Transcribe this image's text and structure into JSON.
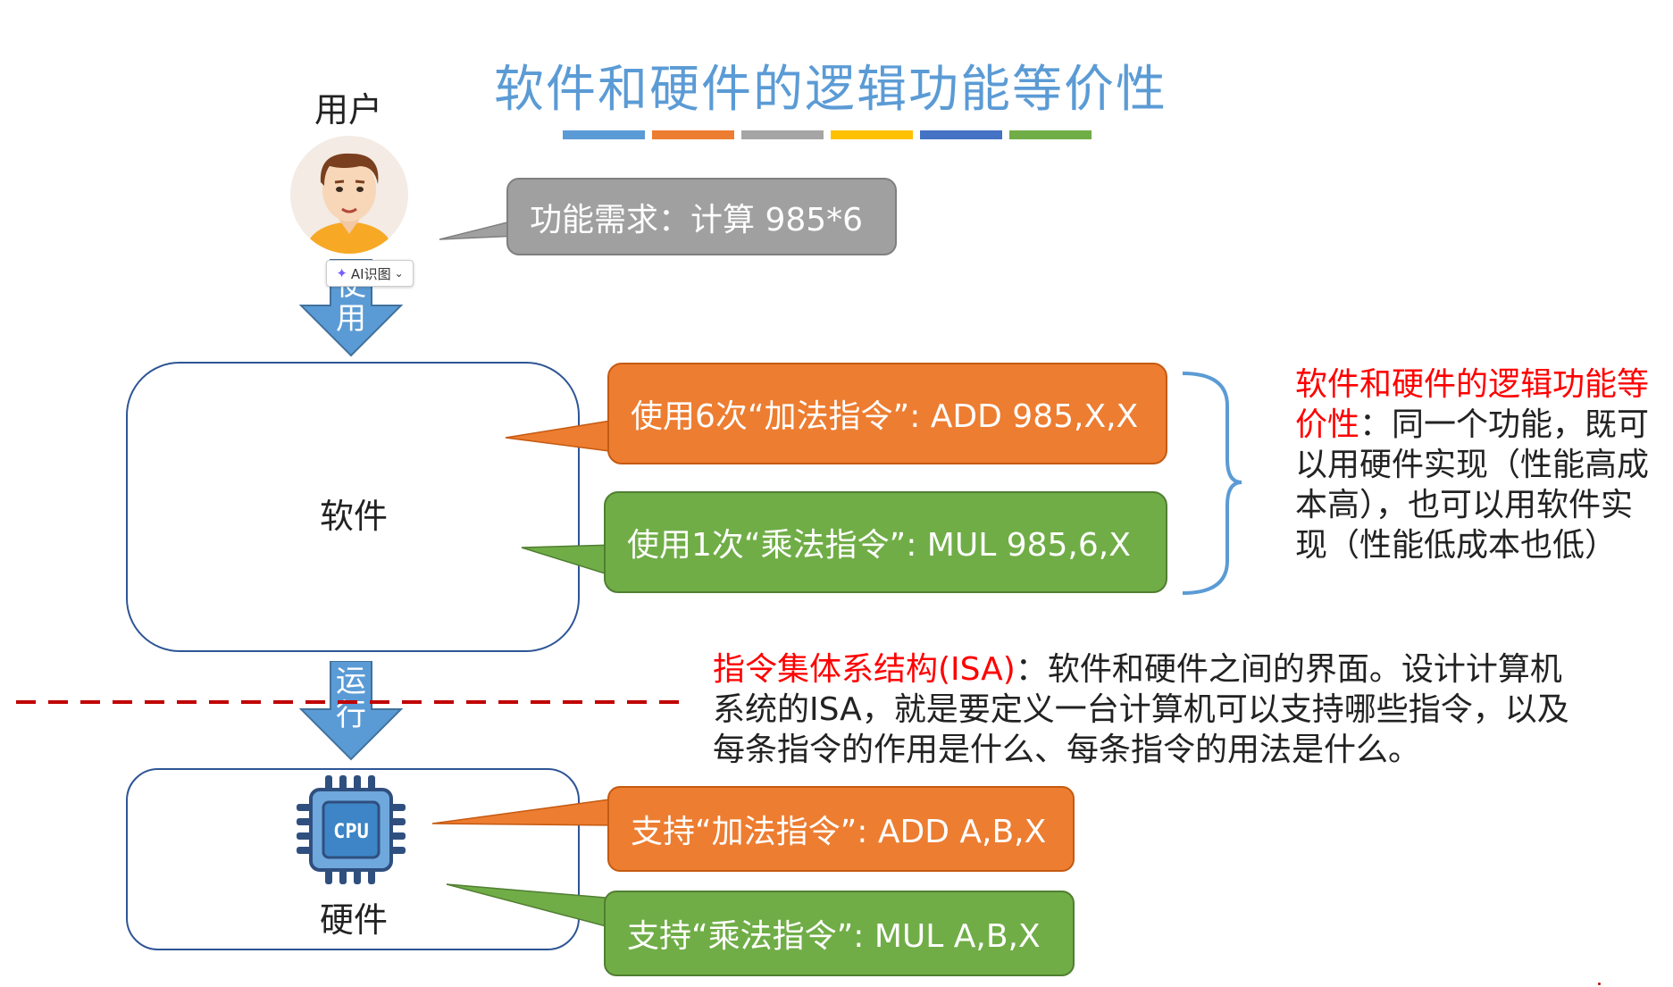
{
  "title": "软件和硬件的逻辑功能等价性",
  "color_bars": [
    "#5b9bd5",
    "#ed7d31",
    "#a5a5a5",
    "#ffc000",
    "#4472c4",
    "#70ad47"
  ],
  "user": {
    "label": "用户"
  },
  "demand": {
    "text": "功能需求：计算 985*6",
    "color": "#a0a0a0"
  },
  "ai_badge": {
    "label": "AI识图",
    "arrow": "⌄"
  },
  "arrow_use": {
    "chars": [
      "使",
      "用"
    ]
  },
  "software": {
    "label": "软件",
    "callouts": [
      {
        "text": "使用6次“加法指令”: ADD 985,X,X",
        "color": "#ed7d31"
      },
      {
        "text": "使用1次“乘法指令”: MUL 985,6,X",
        "color": "#70ad47"
      }
    ]
  },
  "equivalence_note": {
    "red": "软件和硬件的逻辑功能等价性",
    "black": "：同一个功能，既可以用硬件实现（性能高成本高），也可以用软件实现（性能低成本也低）"
  },
  "arrow_run": {
    "chars": [
      "运",
      "行"
    ]
  },
  "isa_note": {
    "red": "指令集体系结构(ISA)",
    "black": "：软件和硬件之间的界面。设计计算机系统的ISA，就是要定义一台计算机可以支持哪些指令，以及每条指令的作用是什么、每条指令的用法是什么。"
  },
  "hardware": {
    "label": "硬件",
    "chip_text": "CPU",
    "callouts": [
      {
        "text": "支持“加法指令”: ADD A,B,X",
        "color": "#ed7d31"
      },
      {
        "text": "支持“乘法指令”: MUL A,B,X",
        "color": "#70ad47"
      }
    ]
  }
}
